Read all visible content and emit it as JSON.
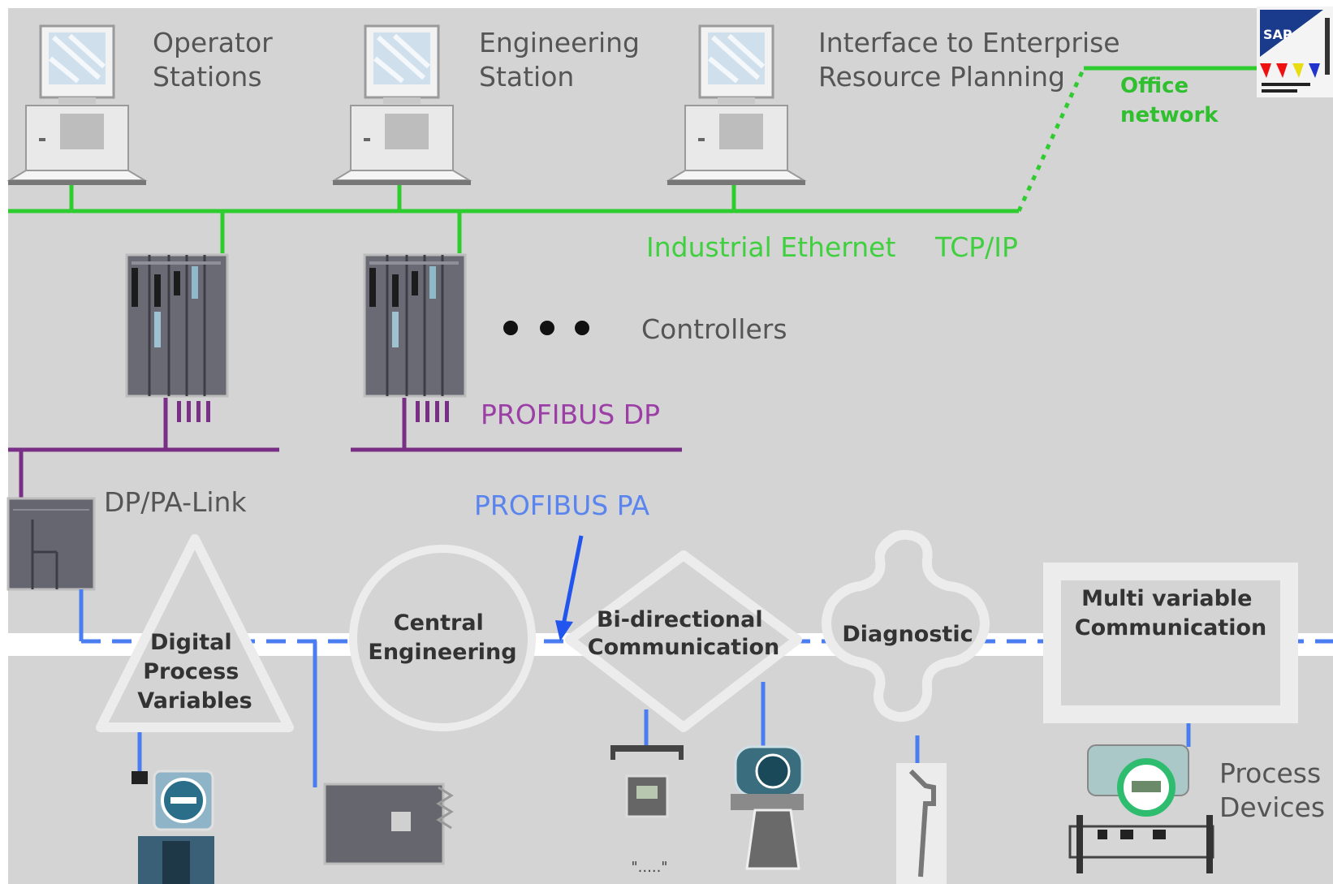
{
  "labels": {
    "operator_stations": [
      "Operator",
      "Stations"
    ],
    "engineering_station": [
      "Engineering",
      "Station"
    ],
    "erp_interface": [
      "Interface to Enterprise",
      "Resource Planning"
    ],
    "office_network": [
      "Office",
      "network"
    ],
    "industrial_ethernet": "Industrial Ethernet",
    "tcp_ip": "TCP/IP",
    "controllers": "Controllers",
    "profibus_dp": "PROFIBUS DP",
    "dp_pa_link": "DP/PA-Link",
    "profibus_pa": "PROFIBUS PA",
    "digital_process_variables": [
      "Digital",
      "Process",
      "Variables"
    ],
    "central_engineering": [
      "Central",
      "Engineering"
    ],
    "bidirectional_communication": [
      "Bi-directional",
      "Communication"
    ],
    "diagnostic": "Diagnostic",
    "multivariable_communication": [
      "Multi variable",
      "Communication"
    ],
    "process_devices": [
      "Process",
      "Devices"
    ],
    "sap_logo": "SAP"
  },
  "colors": {
    "background": "#d4d4d4",
    "ethernet": "#2fcc2f",
    "profibus_dp": "#7a2f86",
    "profibus_pa": "#4a7ef0",
    "shape_outline": "#ececec",
    "device_dark": "#5c5c66",
    "text_gray": "#555555"
  },
  "icons": {
    "operator_station": "workstation-icon",
    "engineering_station": "workstation-icon",
    "erp_station": "workstation-icon",
    "controller": "plc-controller-icon",
    "dp_pa_link": "coupler-module-icon",
    "sap": "sap-logo-icon"
  }
}
